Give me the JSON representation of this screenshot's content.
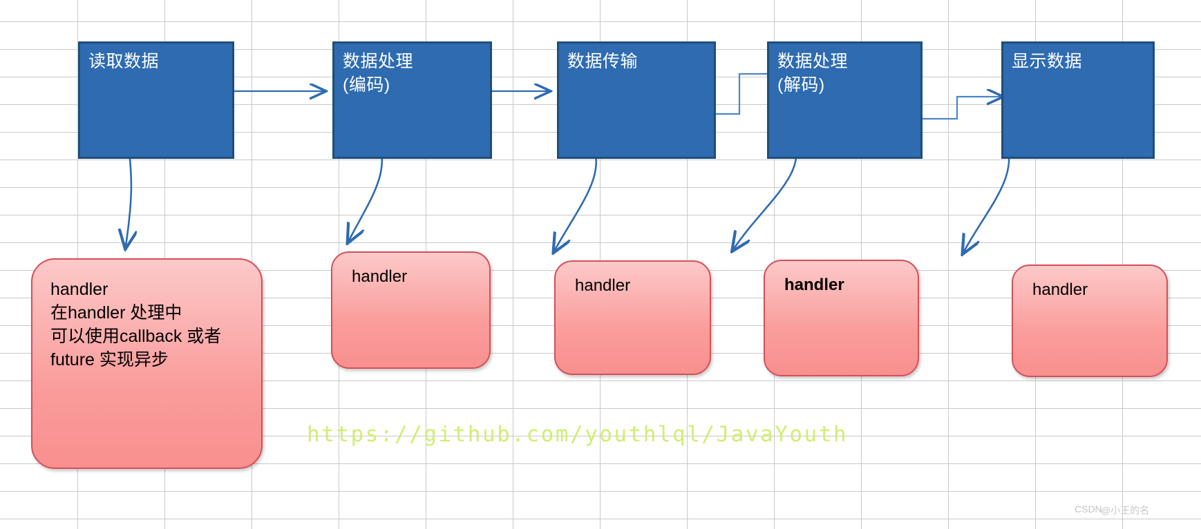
{
  "diagram": {
    "title": "Netty data pipeline with handlers",
    "colors": {
      "process_fill": "#2E6BB0",
      "process_border": "#1F4E79",
      "process_text": "#FFFFFF",
      "handler_fill_top": "#FCC9C9",
      "handler_fill_bottom": "#F8908F",
      "handler_border": "#D44F56",
      "connector": "#2E6BB0",
      "grid_line": "#C9C9C9",
      "url_watermark": "#CCEE66"
    },
    "process_boxes": [
      {
        "id": "read-data",
        "label": "读取数据"
      },
      {
        "id": "encode",
        "label": "数据处理\n(编码)"
      },
      {
        "id": "transmit",
        "label": "数据传输"
      },
      {
        "id": "decode",
        "label": "数据处理\n(解码)"
      },
      {
        "id": "display-data",
        "label": "显示数据"
      }
    ],
    "handler_boxes": [
      {
        "id": "handler-1",
        "label": "handler\n在handler 处理中\n可以使用callback 或者\nfuture 实现异步",
        "bold": false
      },
      {
        "id": "handler-2",
        "label": "handler",
        "bold": false
      },
      {
        "id": "handler-3",
        "label": "handler",
        "bold": false
      },
      {
        "id": "handler-4",
        "label": "handler",
        "bold": true
      },
      {
        "id": "handler-5",
        "label": "handler",
        "bold": false
      }
    ],
    "watermarks": {
      "url": "https://github.com/youthlql/JavaYouth",
      "csdn": "CSDN",
      "csdn_handle": "@小王的名"
    }
  }
}
